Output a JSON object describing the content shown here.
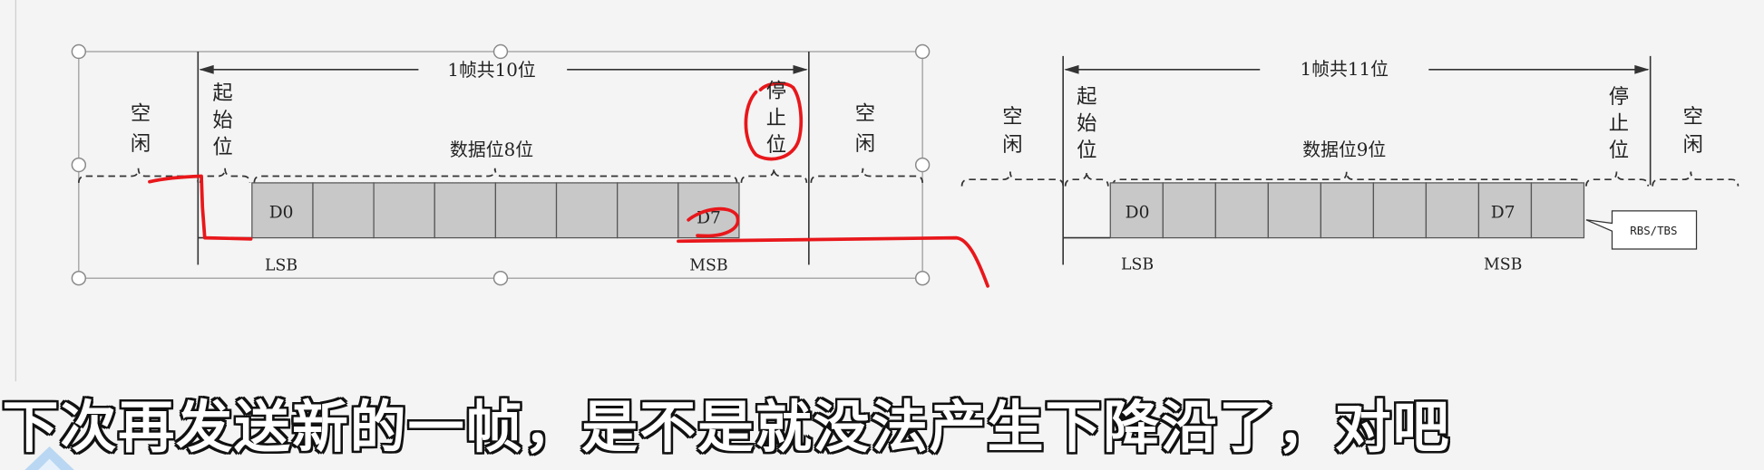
{
  "subtitle": "下次再发送新的一帧，是不是就没法产生下降沿了，对吧",
  "diagram_8bit": {
    "frame_label": "1帧共10位",
    "idle_left": "空闲",
    "start_bit": "起始位",
    "data_label": "数据位8位",
    "stop_bit": "停止位",
    "idle_right": "空闲",
    "first_bit": "D0",
    "last_bit": "D7",
    "lsb": "LSB",
    "msb": "MSB",
    "data_bit_boxes": 8
  },
  "diagram_9bit": {
    "frame_label": "1帧共11位",
    "idle_left": "空闲",
    "start_bit": "起始位",
    "data_label": "数据位9位",
    "stop_bit": "停止位",
    "idle_right": "空闲",
    "first_bit": "D0",
    "last_bit": "D7",
    "lsb": "LSB",
    "msb": "MSB",
    "callout": "RBS/TBS",
    "data_bit_boxes": 9
  },
  "colors": {
    "annotation_red": "#e8171b",
    "bit_box_fill": "#c8c8c8",
    "subtitle_text": "#ffffff",
    "subtitle_outline": "#111111"
  }
}
